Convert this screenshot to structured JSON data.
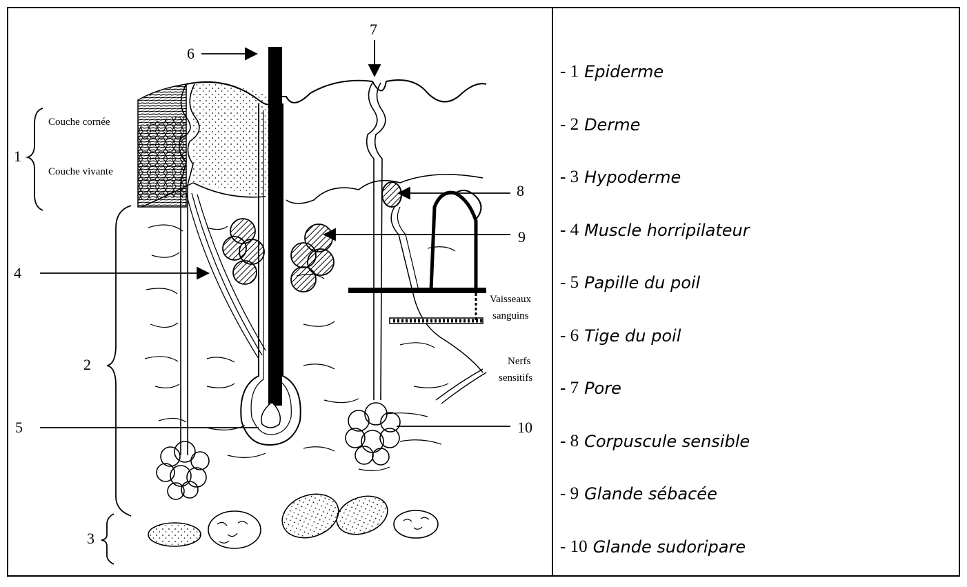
{
  "diagram": {
    "number_labels": [
      "1",
      "2",
      "3",
      "4",
      "5",
      "6",
      "7",
      "8",
      "9",
      "10"
    ],
    "couche_cornee": "Couche cornée",
    "couche_vivante": "Couche vivante",
    "vaisseaux_l1": "Vaisseaux",
    "vaisseaux_l2": "sanguins",
    "nerfs_l1": "Nerfs",
    "nerfs_l2": "sensitifs"
  },
  "legend": {
    "items": [
      {
        "num": "- 1",
        "name": "Epiderme"
      },
      {
        "num": "- 2",
        "name": "Derme"
      },
      {
        "num": "- 3",
        "name": "Hypoderme"
      },
      {
        "num": "- 4",
        "name": "Muscle horripilateur"
      },
      {
        "num": "- 5",
        "name": "Papille du poil"
      },
      {
        "num": "- 6",
        "name": "Tige du poil"
      },
      {
        "num": "- 7",
        "name": "Pore"
      },
      {
        "num": "- 8",
        "name": "Corpuscule sensible"
      },
      {
        "num": "- 9",
        "name": "Glande sébacée"
      },
      {
        "num": "- 10",
        "name": "Glande sudoripare"
      }
    ]
  }
}
